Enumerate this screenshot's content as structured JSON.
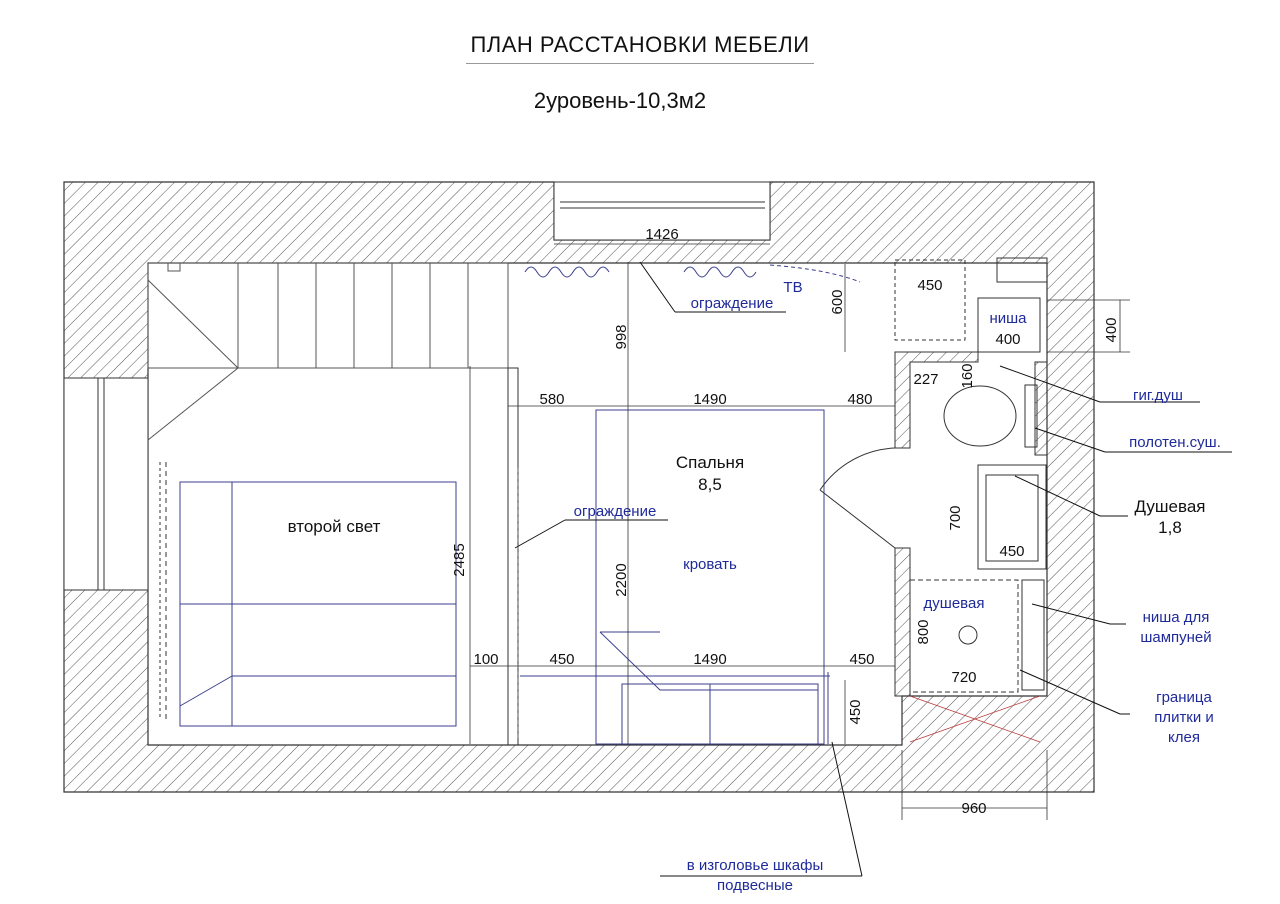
{
  "title": "ПЛАН РАССТАНОВКИ МЕБЕЛИ",
  "subtitle": "2уровень-10,3м2",
  "rooms": {
    "bedroom_name": "Спальня",
    "bedroom_area": "8,5",
    "second_light": "второй свет",
    "shower_room_name": "Душевая",
    "shower_room_area": "1,8"
  },
  "labels": {
    "fence_top": "ограждение",
    "tv": "ТВ",
    "fence_left": "ограждение",
    "bed": "кровать",
    "niche": "ниша",
    "shower_small": "душевая"
  },
  "callouts": {
    "hyg_shower": "гиг.душ",
    "towel_dryer": "полотен.суш.",
    "shampoo_line1": "ниша для",
    "shampoo_line2": "шампуней",
    "tile_line1": "граница",
    "tile_line2": "плитки и",
    "tile_line3": "клея",
    "cabinets_line1": "в изголовье шкафы",
    "cabinets_line2": "подвесные"
  },
  "dimensions": {
    "d1426": "1426",
    "d998": "998",
    "d600": "600",
    "d450_top": "450",
    "d400_niche": "400",
    "d400_right": "400",
    "d580": "580",
    "d1490_top": "1490",
    "d480": "480",
    "d227": "227",
    "d160": "160",
    "d2485": "2485",
    "d2200": "2200",
    "d700": "700",
    "d450_sink": "450",
    "d800": "800",
    "d720": "720",
    "d100": "100",
    "d450_left": "450",
    "d1490_bottom": "1490",
    "d450_right": "450",
    "d450_vert": "450",
    "d960": "960"
  },
  "colors": {
    "blue_text": "#1f2a9a",
    "wall_outline": "#333333",
    "furniture_line": "#3b3f8f"
  }
}
